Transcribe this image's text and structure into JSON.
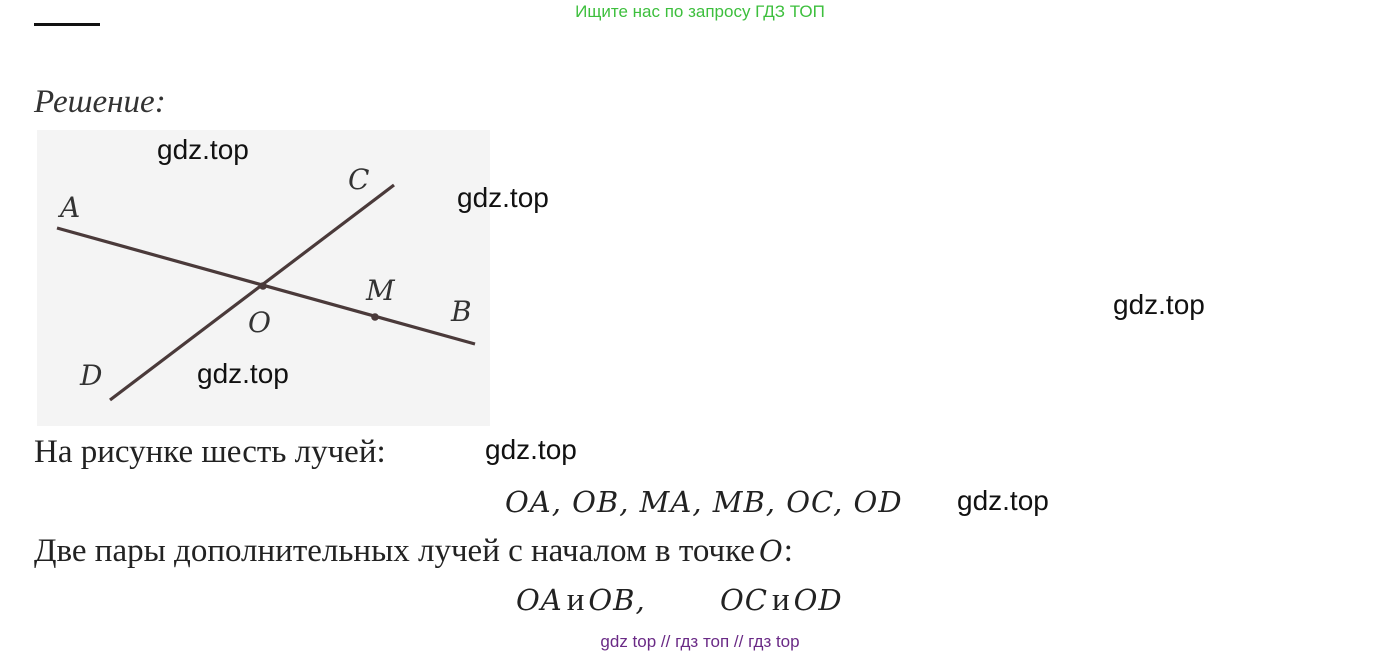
{
  "banner": "Ищите нас по запросу ГДЗ ТОП",
  "heading": "Решение:",
  "figure": {
    "labels": {
      "a": "A",
      "b": "B",
      "c": "C",
      "d": "D",
      "m": "M",
      "o": "O"
    }
  },
  "watermark": "gdz.top",
  "text": {
    "line1": "На рисунке шесть лучей:",
    "rays": "OA, OB, MA, MB, OC, OD",
    "line2": "Две пары дополнительных лучей с началом в точке",
    "point": "O",
    "colon": ":",
    "pair1": "OA",
    "conj": "и",
    "pair1b": "OB,",
    "pair2": "OC",
    "pair2b": "OD"
  },
  "footer": "gdz top  //  гдз топ  //  гдз top"
}
